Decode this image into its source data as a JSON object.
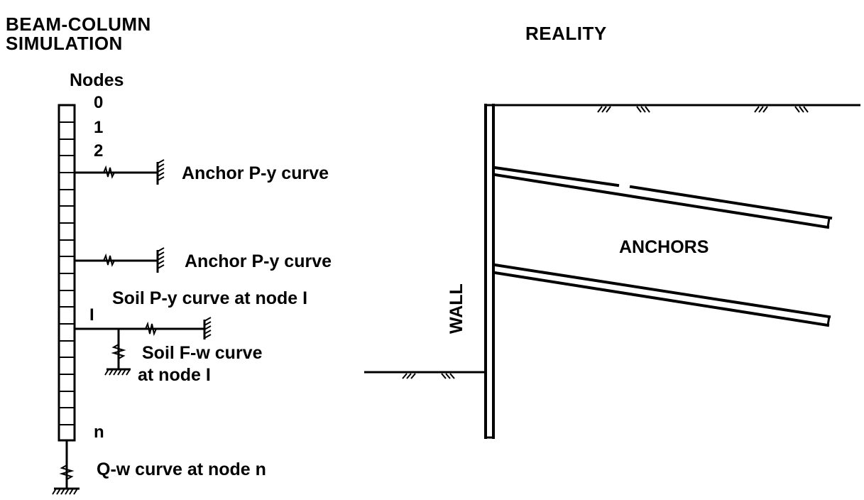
{
  "left_panel": {
    "title_line1": "BEAM-COLUMN",
    "title_line2": "SIMULATION",
    "nodes_header": "Nodes",
    "node_0": "0",
    "node_1": "1",
    "node_2": "2",
    "node_i": "I",
    "node_n": "n",
    "anchor_label_1": "Anchor P-y curve",
    "anchor_label_2": "Anchor P-y curve",
    "soil_py_label": "Soil P-y curve at node I",
    "soil_fw_line1": "Soil F-w curve",
    "soil_fw_line2": "at node I",
    "qw_label": "Q-w curve at node n"
  },
  "right_panel": {
    "title": "REALITY",
    "anchors_label": "ANCHORS",
    "wall_label": "WALL"
  }
}
